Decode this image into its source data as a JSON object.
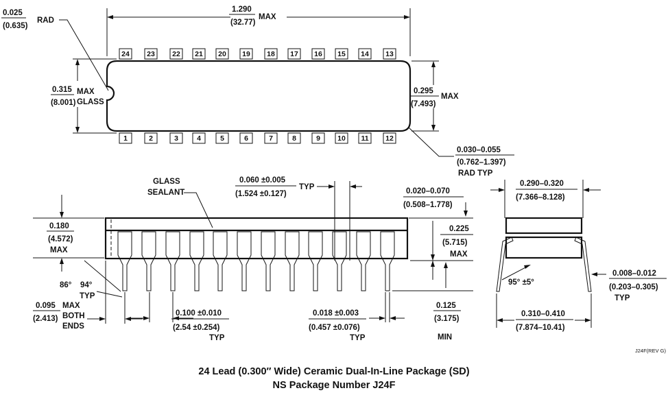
{
  "top_view": {
    "rad_value": "0.025",
    "rad_value_mm": "(0.635)",
    "rad_label": "RAD",
    "length_value": "1.290",
    "length_value_mm": "(32.77)",
    "length_label": "MAX",
    "glass_width_value": "0.315",
    "glass_width_value_mm": "(8.001)",
    "glass_width_label_1": "MAX",
    "glass_width_label_2": "GLASS",
    "body_width_value": "0.295",
    "body_width_value_mm": "(7.493)",
    "body_width_label": "MAX",
    "corner_rad_value": "0.030–0.055",
    "corner_rad_value_mm": "(0.762–1.397)",
    "corner_rad_label": "RAD TYP",
    "top_pins": [
      "24",
      "23",
      "22",
      "21",
      "20",
      "19",
      "18",
      "17",
      "16",
      "15",
      "14",
      "13"
    ],
    "bottom_pins": [
      "1",
      "2",
      "3",
      "4",
      "5",
      "6",
      "7",
      "8",
      "9",
      "10",
      "11",
      "12"
    ]
  },
  "side_view": {
    "glass_sealant_1": "GLASS",
    "glass_sealant_2": "SEALANT",
    "lead_width_value": "0.060 ±0.005",
    "lead_width_value_mm": "(1.524 ±0.127)",
    "lead_width_label": "TYP",
    "standoff_value": "0.020–0.070",
    "standoff_value_mm": "(0.508–1.778)",
    "height_value": "0.180",
    "height_value_mm": "(4.572)",
    "height_label": "MAX",
    "seated_height_value": "0.225",
    "seated_height_value_mm": "(5.715)",
    "seated_height_label": "MAX",
    "angle_1": "86°",
    "angle_2": "94°",
    "angle_label": "TYP",
    "end_value": "0.095",
    "end_value_mm": "(2.413)",
    "end_label_1": "MAX",
    "end_label_2": "BOTH",
    "end_label_3": "ENDS",
    "pitch_value": "0.100 ±0.010",
    "pitch_value_mm": "(2.54 ±0.254)",
    "pitch_label": "TYP",
    "lead_thk_value": "0.018 ±0.003",
    "lead_thk_value_mm": "(0.457 ±0.076)",
    "lead_thk_label": "TYP",
    "lead_len_value": "0.125",
    "lead_len_value_mm": "(3.175)",
    "lead_len_label": "MIN"
  },
  "end_view": {
    "width_value": "0.290–0.320",
    "width_value_mm": "(7.366–8.128)",
    "angle_value": "95° ±5°",
    "thk_value": "0.008–0.012",
    "thk_value_mm": "(0.203–0.305)",
    "thk_label": "TYP",
    "spread_value": "0.310–0.410",
    "spread_value_mm": "(7.874–10.41)"
  },
  "revision": "J24F(REV G)",
  "caption_line1": "24 Lead (0.300″ Wide) Ceramic Dual-In-Line Package (SD)",
  "caption_line2": "NS Package Number J24F"
}
